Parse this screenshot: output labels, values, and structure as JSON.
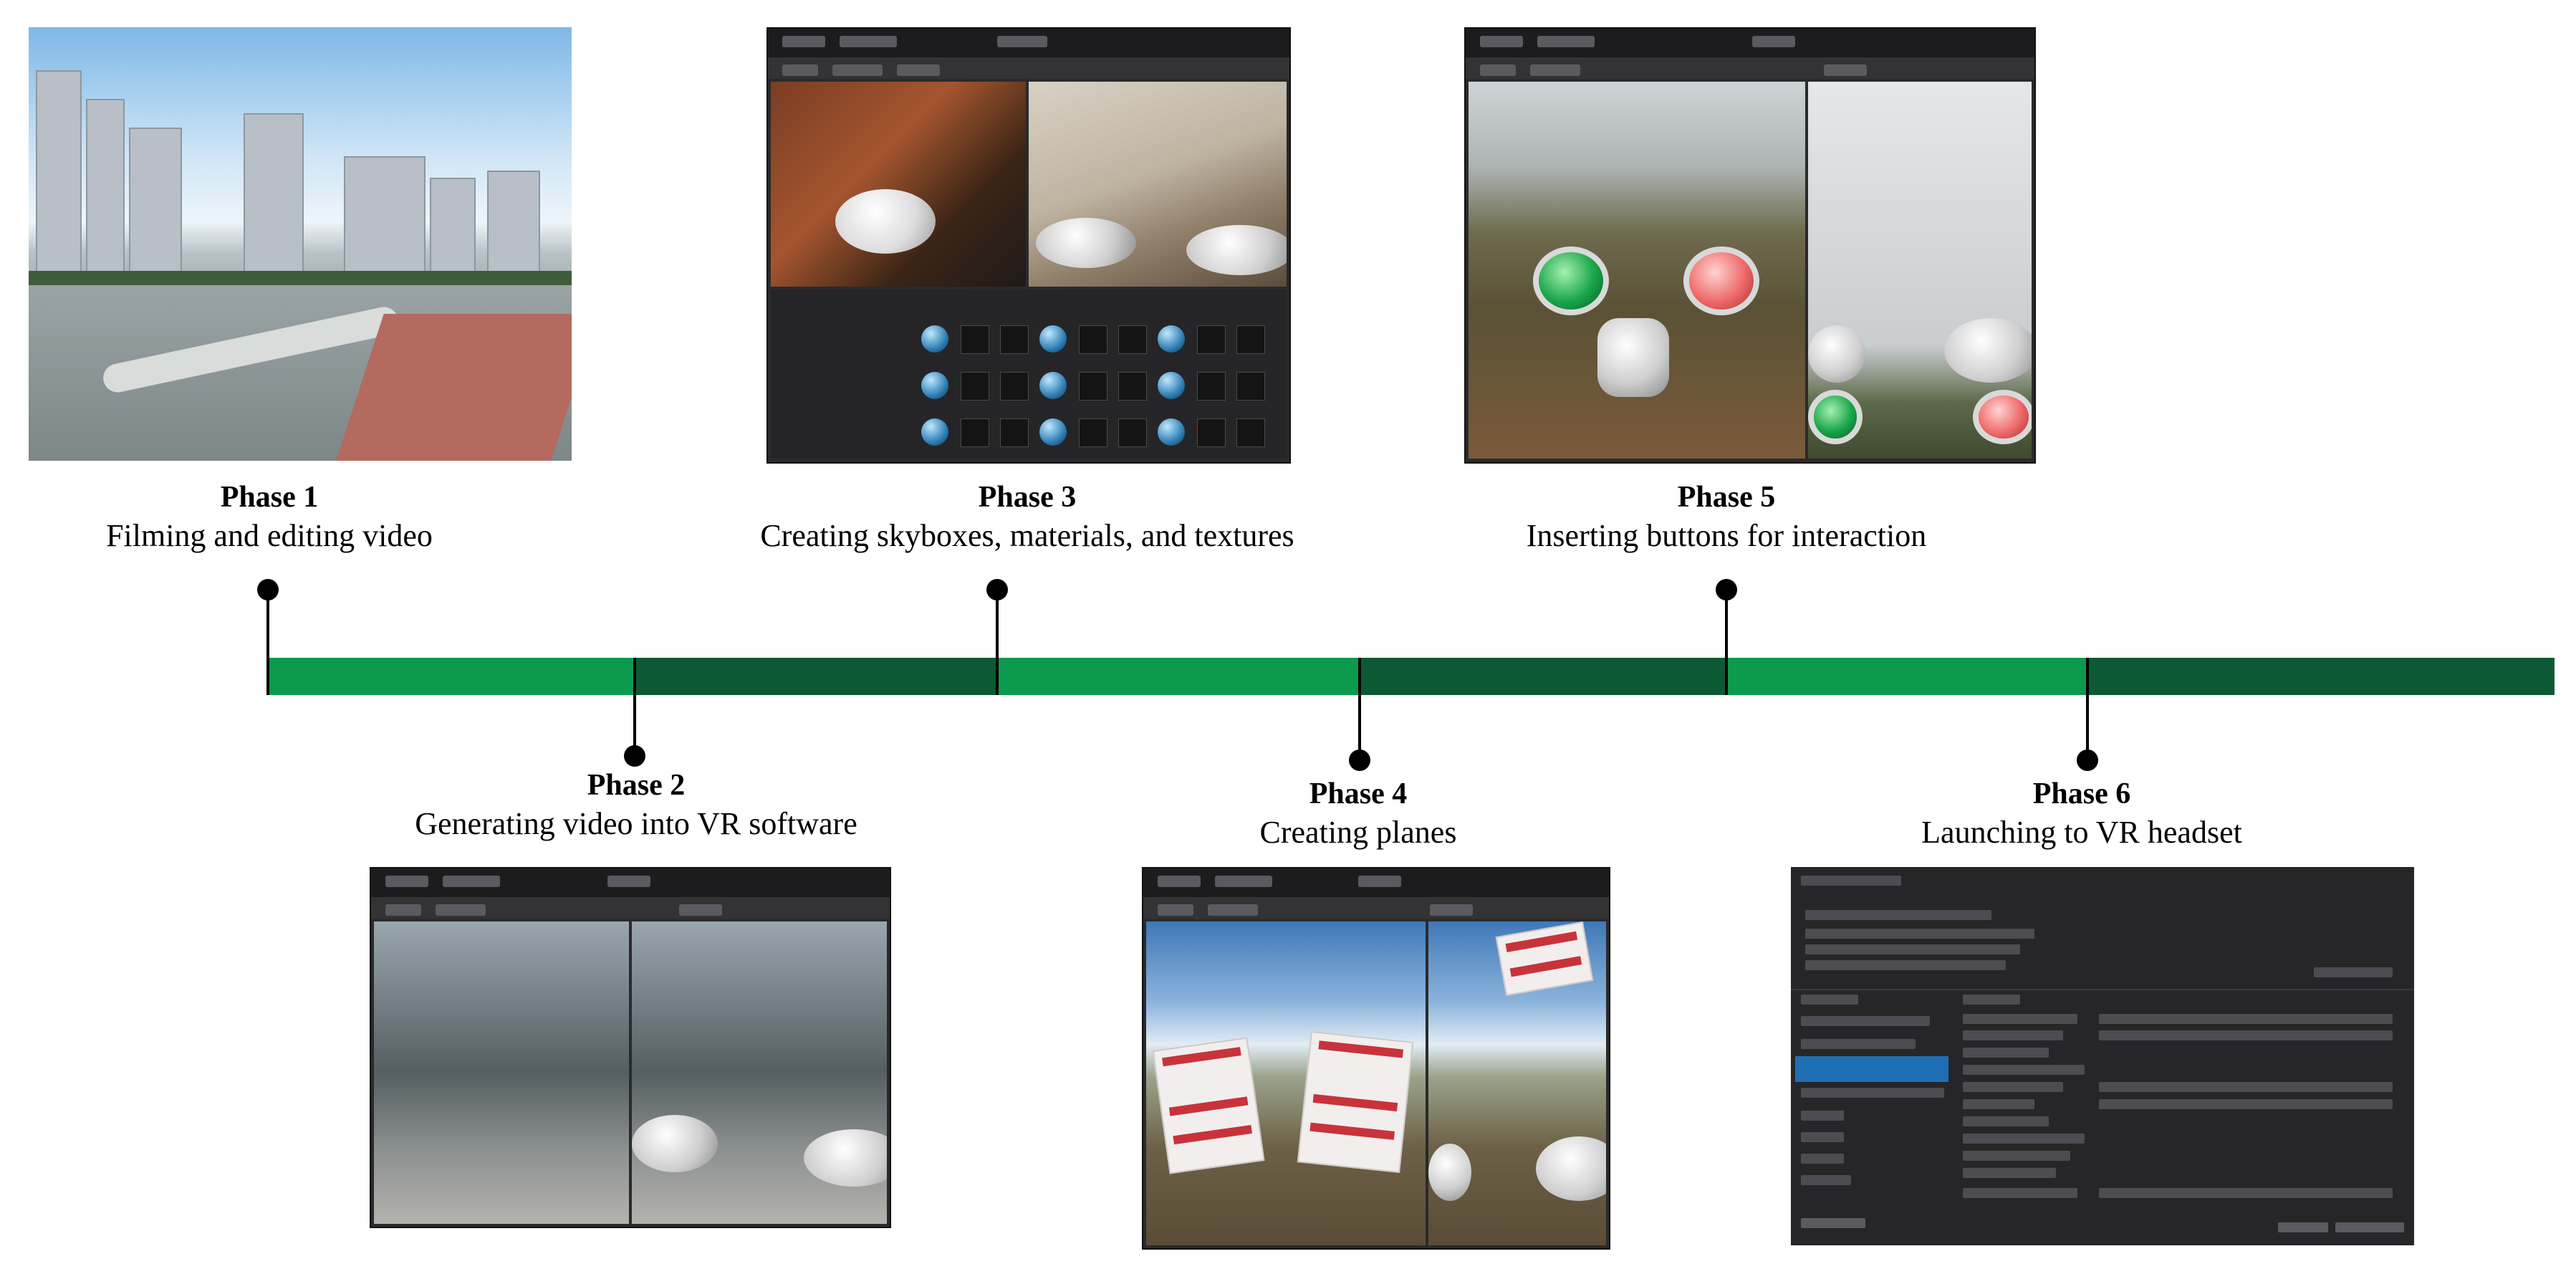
{
  "colors": {
    "bar_light": "#0b9a4e",
    "bar_dark": "#0c5a33",
    "stem": "#000000"
  },
  "phases": [
    {
      "title": "Phase 1",
      "desc": "Filming and editing video"
    },
    {
      "title": "Phase 2",
      "desc": "Generating video into VR software"
    },
    {
      "title": "Phase 3",
      "desc": "Creating skyboxes, materials, and textures"
    },
    {
      "title": "Phase 4",
      "desc": "Creating planes"
    },
    {
      "title": "Phase 5",
      "desc": "Inserting buttons for interaction"
    },
    {
      "title": "Phase 6",
      "desc": "Launching to VR headset"
    }
  ]
}
